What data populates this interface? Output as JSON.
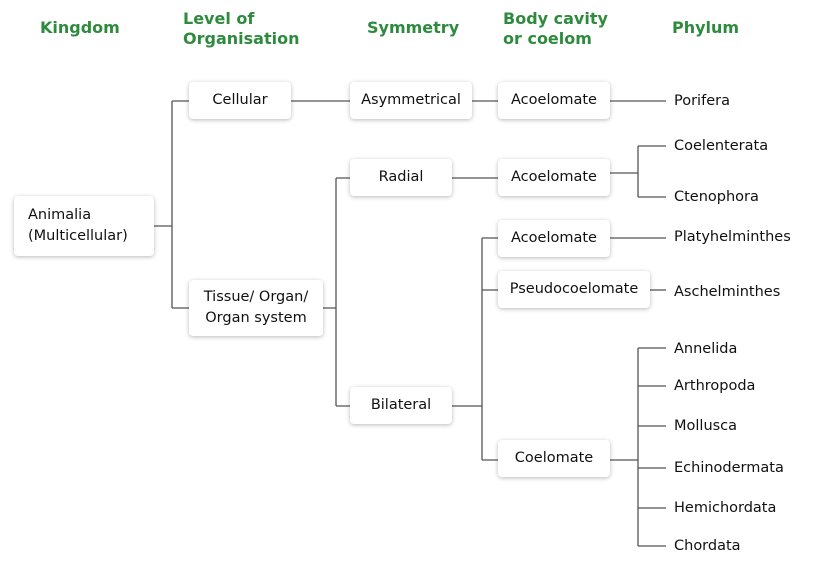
{
  "headers": {
    "kingdom": "Kingdom",
    "level": "Level of\nOrganisation",
    "symmetry": "Symmetry",
    "body_cavity": "Body cavity\nor coelom",
    "phylum": "Phylum"
  },
  "nodes": {
    "animalia": "Animalia\n(Multicellular)",
    "cellular": "Cellular",
    "tissue": "Tissue/ Organ/\nOrgan system",
    "asymmetrical": "Asymmetrical",
    "radial": "Radial",
    "bilateral": "Bilateral",
    "acoelomate_1": "Acoelomate",
    "acoelomate_2": "Acoelomate",
    "acoelomate_3": "Acoelomate",
    "pseudocoelomate": "Pseudocoelomate",
    "coelomate": "Coelomate"
  },
  "phyla": {
    "porifera": "Porifera",
    "coelenterata": "Coelenterata",
    "ctenophora": "Ctenophora",
    "platyhelminthes": "Platyhelminthes",
    "aschelminthes": "Aschelminthes",
    "annelida": "Annelida",
    "arthropoda": "Arthropoda",
    "mollusca": "Mollusca",
    "echinodermata": "Echinodermata",
    "hemichordata": "Hemichordata",
    "chordata": "Chordata"
  },
  "colors": {
    "header": "#2e8b3e",
    "connector": "#555555",
    "text": "#111111"
  }
}
